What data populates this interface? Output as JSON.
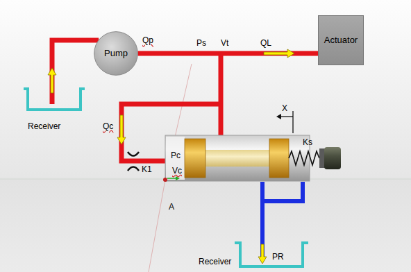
{
  "diagram": {
    "nodes": [
      {
        "text": [
          "Pump"
        ]
      },
      {
        "text": [
          "Actuator"
        ]
      },
      {
        "text": [
          "Receiver"
        ]
      },
      {
        "text": [
          "Receiver"
        ]
      }
    ],
    "edges": [
      {
        "from": 2,
        "to": 0,
        "arrow": "none"
      },
      {
        "from": 0,
        "to": 1,
        "arrow": "none"
      }
    ],
    "labels": [
      "Qp",
      "Ps",
      "Vt",
      "QL",
      "X",
      "Qc",
      "Ks",
      "Pc",
      "K1",
      "Vc",
      "A",
      "PR"
    ]
  }
}
